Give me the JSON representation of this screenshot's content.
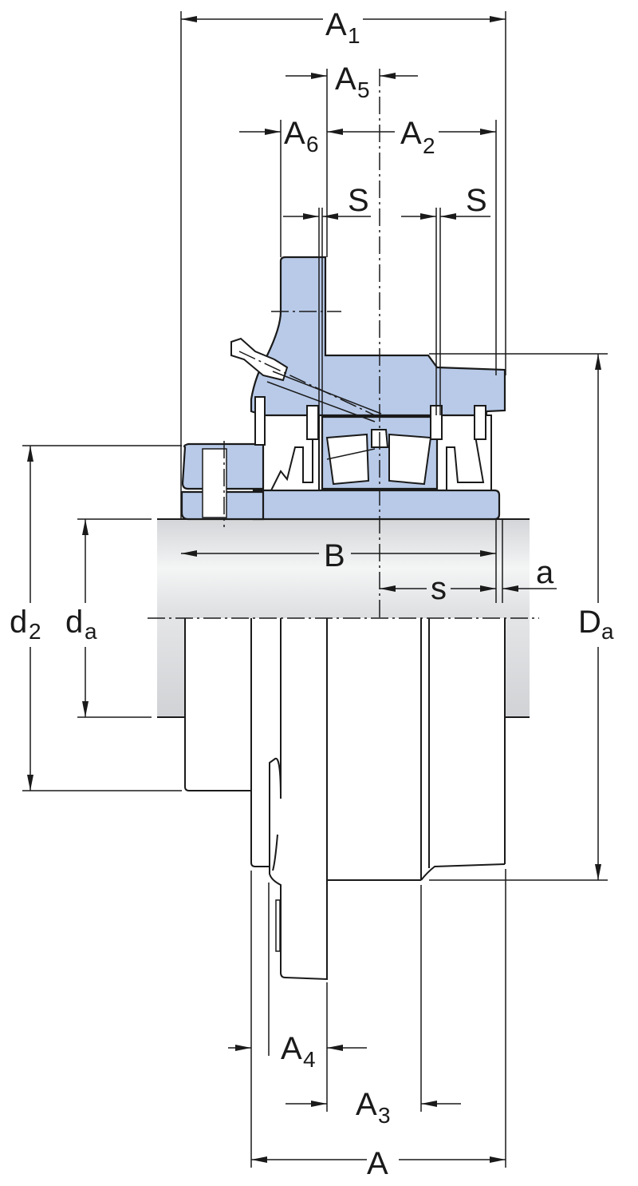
{
  "diagram": {
    "subject": "Flanged bearing unit with spherical roller bearing on adapter sleeve",
    "colors": {
      "housing_fill": "#b8cae8",
      "shaft_fill_dark": "#d3d5d8",
      "shaft_fill_light": "#f4f5f5",
      "line": "#1a1a1a"
    },
    "labels": {
      "A1": {
        "main": "A",
        "sub": "1"
      },
      "A5": {
        "main": "A",
        "sub": "5"
      },
      "A6": {
        "main": "A",
        "sub": "6"
      },
      "A2": {
        "main": "A",
        "sub": "2"
      },
      "S_left": {
        "main": "S"
      },
      "S_right": {
        "main": "S"
      },
      "B": {
        "main": "B"
      },
      "s": {
        "main": "s"
      },
      "a": {
        "main": "a"
      },
      "d2": {
        "main": "d",
        "sub": "2"
      },
      "da": {
        "main": "d",
        "sub": "a"
      },
      "Da": {
        "main": "D",
        "sub": "a"
      },
      "A4": {
        "main": "A",
        "sub": "4"
      },
      "A3": {
        "main": "A",
        "sub": "3"
      },
      "A": {
        "main": "A"
      }
    }
  }
}
